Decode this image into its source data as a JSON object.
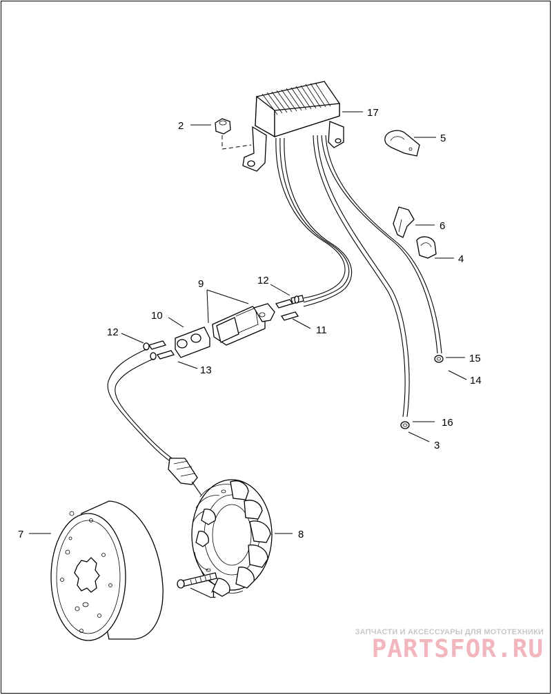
{
  "callouts": {
    "c1": "1",
    "c2": "2",
    "c3": "3",
    "c4": "4",
    "c5": "5",
    "c6": "6",
    "c7": "7",
    "c8": "8",
    "c9": "9",
    "c10": "10",
    "c11": "11",
    "c12a": "12",
    "c12b": "12",
    "c13": "13",
    "c14": "14",
    "c15": "15",
    "c16": "16",
    "c17": "17"
  },
  "watermark": {
    "tagline": "ЗАПЧАСТИ И АКСЕССУАРЫ ДЛЯ МОТОТЕХНИКИ",
    "brand": "PARTSFOR.RU"
  }
}
